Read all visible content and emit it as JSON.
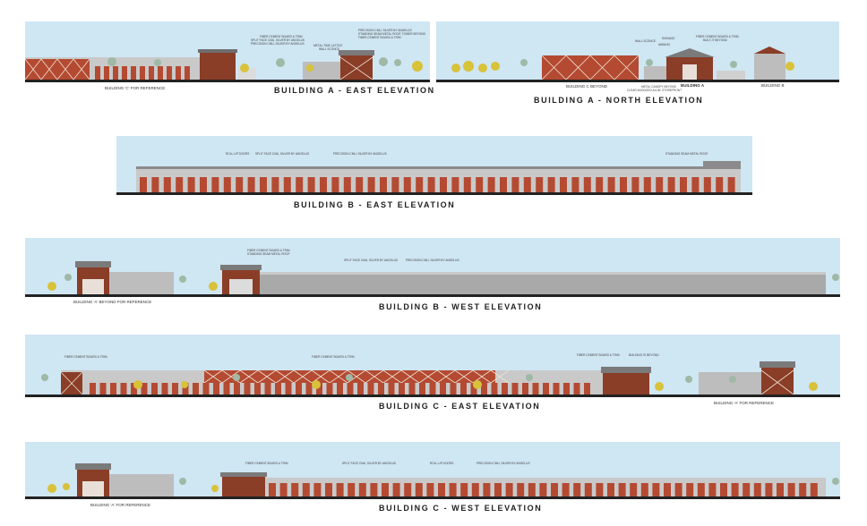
{
  "colors": {
    "sky": "#cfe6f3",
    "door": "#b44a32",
    "wall": "#c9c9c9",
    "roof": "#8b8b8b",
    "accent": "#8a3d27",
    "tree": "#9fb9a6",
    "yellow_tree": "#d8c23a",
    "ground": "#222222"
  },
  "panels": [
    {
      "id": "a-east",
      "title": "BUILDING A - EAST ELEVATION",
      "refs": [
        "BUILDING 'C' FOR REFERENCE"
      ],
      "notes": [
        "FIBER CEMENT BOARD & TRIM",
        "SPLIT FACE CMU, SILVER BY ANGELUS",
        "PRECISION CMU, SILVER BY ANGELUS",
        "METAL TIME LATTICE",
        "WALL SCONCE",
        "PRECISION CMU, SILVER BY ANGELUS",
        "STANDING SEAM METAL ROOF, TOWER BEYOND",
        "FIBER CEMENT BOARD & TRIM"
      ]
    },
    {
      "id": "a-north",
      "title": "BUILDING A - NORTH ELEVATION",
      "refs": [
        "BUILDING C BEYOND",
        "BUILDING A",
        "BUILDING B"
      ],
      "notes": [
        "WALL SCONCE",
        "SIGNAGE",
        "AWNING",
        "FIBER CEMENT BOARD & TRIM",
        "BUILT-IT BEYOND",
        "METAL CANOPY BEYOND",
        "CLEAR ANODIZED ALUM. STOREFRONT"
      ]
    },
    {
      "id": "b-east",
      "title": "BUILDING B - EAST ELEVATION",
      "refs": [],
      "notes": [
        "ROLL-UP DOORS",
        "SPLIT FACE CMU, SILVER BY ANGELUS",
        "PRECISION CMU, SILVER BY ANGELUS",
        "STANDING SEAM METAL ROOF"
      ]
    },
    {
      "id": "b-west",
      "title": "BUILDING B - WEST ELEVATION",
      "refs": [
        "BUILDING 'A' BEYOND FOR REFERENCE"
      ],
      "notes": [
        "FIBER CEMENT BOARD & TRIM",
        "STANDING SEAM METAL ROOF",
        "SPLIT FACE CMU, SILVER BY ANGELUS",
        "PRECISION CMU, SILVER BY ANGELUS"
      ]
    },
    {
      "id": "c-east",
      "title": "BUILDING C - EAST ELEVATION",
      "refs": [
        "BUILDING 'A' FOR REFERENCE"
      ],
      "notes": [
        "FIBER CEMENT BOARD & TRIM",
        "FIBER CEMENT BOARD & TRIM",
        "FIBER CEMENT BOARD & TRIM",
        "BUILDING 'B' BEYOND"
      ]
    },
    {
      "id": "c-west",
      "title": "BUILDING C - WEST ELEVATION",
      "refs": [
        "BUILDING 'A' FOR REFERENCE"
      ],
      "notes": [
        "FIBER CEMENT BOARD & TRIM",
        "SPLIT FACE CMU, SILVER BY ANGELUS",
        "ROLL-UP DOORS",
        "PRECISION CMU, SILVER BY ANGELUS"
      ]
    }
  ]
}
